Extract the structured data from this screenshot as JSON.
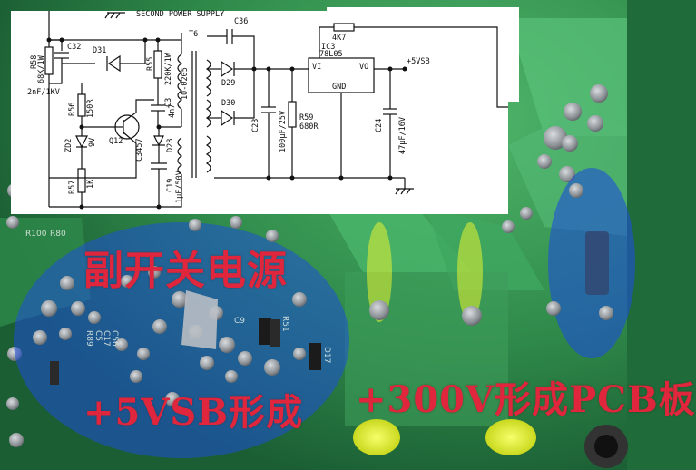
{
  "captions": {
    "aux_power": "副开关电源",
    "vsb_formation": "+5VSB形成",
    "hv_formation": "+300V形成PCB板"
  },
  "schematic": {
    "title": "SECOND POWER SUPPLY",
    "labels": {
      "r58": "R58",
      "r58_val": "68K/1W",
      "c32": "C32",
      "c32_val": "2nF/1KV",
      "d31": "D31",
      "r55": "R55",
      "r55_val": "220K/1W",
      "c36": "C36",
      "t6": "T6",
      "t6_part": "10-0205",
      "r56": "R56",
      "r56_val": "150R",
      "c3": "C3",
      "c3_val": "4n7",
      "q12": "Q12",
      "q12_part": "C3457",
      "zd2": "ZD2",
      "zd2_val": "9V",
      "d28": "D28",
      "r57": "R57",
      "r57_val": "1K",
      "c19": "C19",
      "c19_val": "1μF/50V",
      "d29": "D29",
      "d30": "D30",
      "c23": "C23",
      "c23_val": "100μF/25V",
      "r59": "R59",
      "r59_val": "680R",
      "r_top_val": "4K7",
      "ic3": "IC3",
      "ic3_part": "78L05",
      "vi": "VI",
      "vo": "VO",
      "gnd": "GND",
      "out": "+5VSB",
      "c24": "C24",
      "c24_val": "47μF/16V"
    }
  },
  "board_labels": {
    "r89": "R89",
    "c5": "C5",
    "c17": "C17",
    "c56": "C56",
    "r51": "R51",
    "d17": "D17",
    "c9": "C9",
    "r100": "R100",
    "r80": "R80"
  },
  "colors": {
    "pcb_green": "#1f6b3a",
    "trace_green": "#3f9a55",
    "blue_highlight": "#1e4fd8",
    "yellow_highlight": "#e6f232",
    "caption_red": "#e0263c"
  }
}
